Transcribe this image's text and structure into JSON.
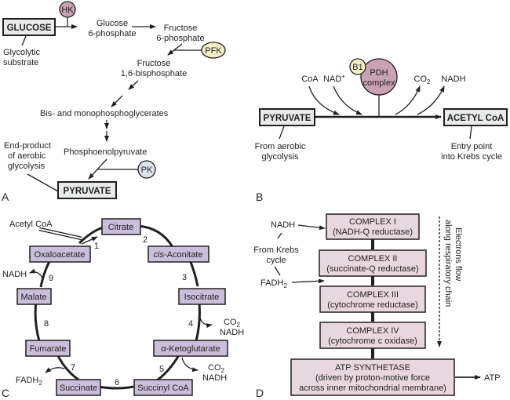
{
  "panels": {
    "A": {
      "label": "A",
      "glucose": "GLUCOSE",
      "glucose_note": [
        "Glycolytic",
        "substrate"
      ],
      "hk": "HK",
      "g6p": [
        "Glucose",
        "6-phosphate"
      ],
      "f6p": [
        "Fructose",
        "6-phosphate"
      ],
      "pfk": "PFK",
      "f16bp": [
        "Fructose",
        "1,6-bisphosphate"
      ],
      "bis": "Bis- and monophosphoglycerates",
      "pep": "Phosphoenolpyruvate",
      "pk": "PK",
      "pyruvate": "PYRUVATE",
      "pyruvate_note": [
        "End-product",
        "of aerobic",
        "glycolysis"
      ]
    },
    "B": {
      "label": "B",
      "pyruvate": "PYRUVATE",
      "pyruvate_note": [
        "From aerobic",
        "glycolysis"
      ],
      "acetyl": "ACETYL CoA",
      "acetyl_note": [
        "Entry point",
        "into Krebs cycle"
      ],
      "coa": "CoA",
      "nad": "NAD",
      "nad_sup": "+",
      "b1": "B1",
      "pdh": [
        "PDH",
        "complex"
      ],
      "co2": "CO",
      "co2_sub": "2",
      "nadh": "NADH"
    },
    "C": {
      "label": "C",
      "acetyl_coa": "Acetyl CoA",
      "nodes": {
        "citrate": "Citrate",
        "cis_aconitate_italic": "cis",
        "cis_aconitate": "-Aconitate",
        "isocitrate": "Isocitrate",
        "ketoglutarate": "α-Ketoglutarate",
        "succinyl_coa": "Succinyl CoA",
        "succinate": "Succinate",
        "fumarate": "Fumarate",
        "malate": "Malate",
        "oxaloacetate": "Oxaloacetate"
      },
      "steps": [
        "1",
        "2",
        "3",
        "4",
        "5",
        "6",
        "7",
        "8",
        "9"
      ],
      "co2": "CO",
      "co2_sub": "2",
      "nadh": "NADH",
      "fadh": "FADH",
      "fadh_sub": "2"
    },
    "D": {
      "label": "D",
      "nadh": "NADH",
      "from_krebs": [
        "From Krebs",
        "cycle"
      ],
      "fadh": "FADH",
      "fadh_sub": "2",
      "complexes": [
        {
          "name": "COMPLEX I",
          "desc": "(NADH-Q reductase)"
        },
        {
          "name": "COMPLEX II",
          "desc": "(succinate-Q reductase)"
        },
        {
          "name": "COMPLEX III",
          "desc": "(cytochrome reductase)"
        },
        {
          "name": "COMPLEX IV",
          "desc": "(cytochrome c oxidase)"
        }
      ],
      "atp_synth": [
        "ATP SYNTHETASE",
        "(driven by proton-motive force",
        "across inner mitochondrial membrane)"
      ],
      "atp": "ATP",
      "electron_flow": [
        "Electrons flow",
        "along respiratory chain"
      ]
    }
  },
  "colors": {
    "gray_box": "#e8ebeb",
    "enzyme_mauve": "#c9a3b3",
    "enzyme_yellow": "#f6f0c8",
    "enzyme_blue": "#dde4ef",
    "krebs_box": "#c9bfdb",
    "complex_box": "#e6d8de"
  }
}
